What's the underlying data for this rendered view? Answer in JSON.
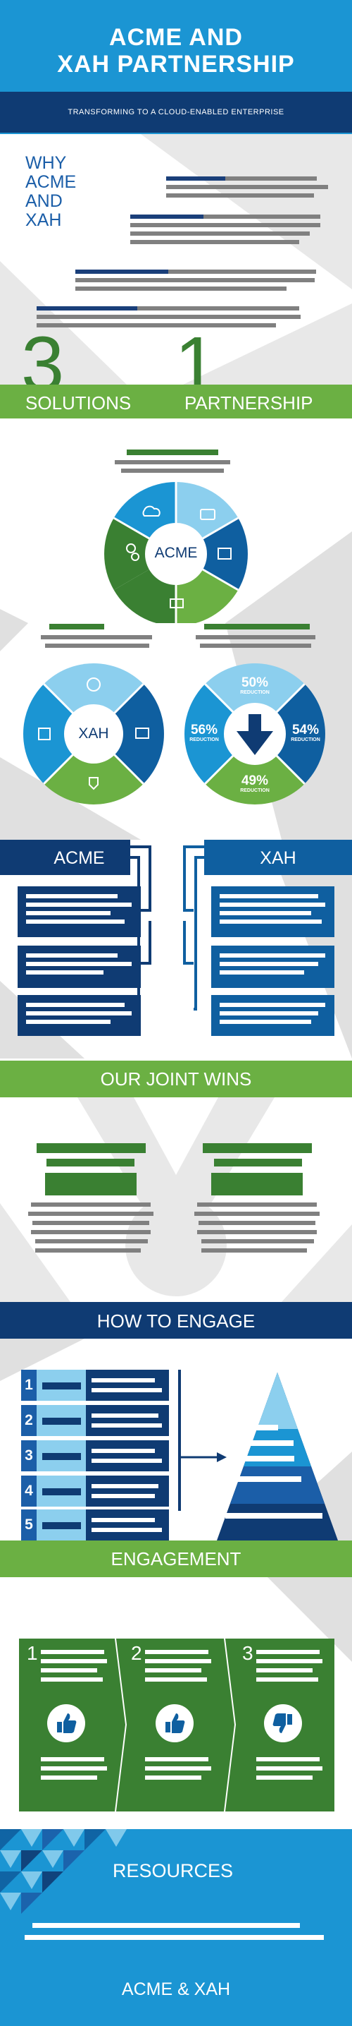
{
  "header": {
    "title_line1": "ACME AND",
    "title_line2": "XAH PARTNERSHIP",
    "subtitle": "TRANSFORMING TO A CLOUD-ENABLED ENTERPRISE"
  },
  "why": {
    "heading_lines": [
      "WHY",
      "ACME",
      "AND",
      "XAH"
    ]
  },
  "stats": {
    "solutions_number": "3",
    "solutions_label": "SOLUTIONS",
    "partnership_number": "1",
    "partnership_label": "PARTNERSHIP"
  },
  "acme_wheel": {
    "center_label": "ACME"
  },
  "xah_wheel": {
    "center_label": "XAH"
  },
  "reduction_wheel": {
    "items": [
      {
        "value": "50%",
        "label": "REDUCTION"
      },
      {
        "value": "54%",
        "label": "REDUCTION"
      },
      {
        "value": "49%",
        "label": "REDUCTION"
      },
      {
        "value": "56%",
        "label": "REDUCTION"
      }
    ]
  },
  "compare": {
    "left_label": "ACME",
    "right_label": "XAH"
  },
  "joint_wins": {
    "heading": "OUR JOINT WINS"
  },
  "how_to_engage": {
    "heading": "HOW TO ENGAGE",
    "steps": [
      "1",
      "2",
      "3",
      "4",
      "5"
    ]
  },
  "engagement": {
    "heading": "ENGAGEMENT",
    "cards": [
      "1",
      "2",
      "3"
    ]
  },
  "resources": {
    "heading": "RESOURCES"
  },
  "footer": {
    "text": "ACME & XAH"
  },
  "colors": {
    "blue": "#1b95d3",
    "navy": "#0f3b73",
    "green": "#6bb043",
    "dark_green": "#3a8032",
    "grey_bg": "#e8e8e8"
  }
}
